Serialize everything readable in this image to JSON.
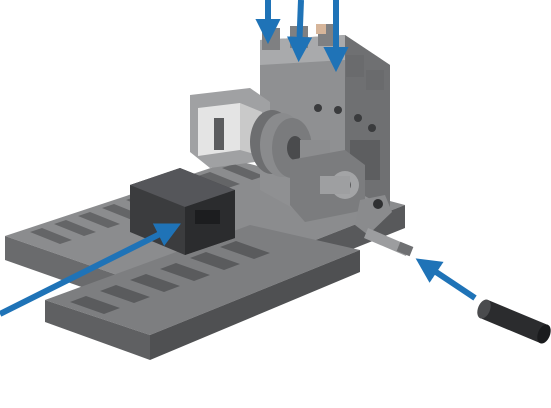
{
  "diagram": {
    "kind": "assembly-instruction",
    "caption": "",
    "colors": {
      "background": "#ffffff",
      "arrow": "#1f73b7",
      "part_light": "#9a9a9c",
      "part_mid": "#7d7e80",
      "part_dark": "#5b5c5e",
      "part_black": "#2b2c2e",
      "highlight": "#d8d8d8",
      "accent_peg": "#d6b59a"
    },
    "parts": [
      {
        "name": "base-rail",
        "shade": "part_mid"
      },
      {
        "name": "motor-block",
        "shade": "part_light"
      },
      {
        "name": "gear-wheel",
        "shade": "part_mid"
      },
      {
        "name": "front-clamp",
        "shade": "part_black"
      },
      {
        "name": "connector-piece",
        "shade": "part_light"
      },
      {
        "name": "axle-pin",
        "shade": "part_mid"
      },
      {
        "name": "black-tube",
        "shade": "part_black"
      }
    ],
    "arrows": [
      {
        "name": "arrow-down-1"
      },
      {
        "name": "arrow-down-2"
      },
      {
        "name": "arrow-down-3"
      },
      {
        "name": "arrow-left-clamp"
      },
      {
        "name": "arrow-tube-insert"
      }
    ]
  }
}
